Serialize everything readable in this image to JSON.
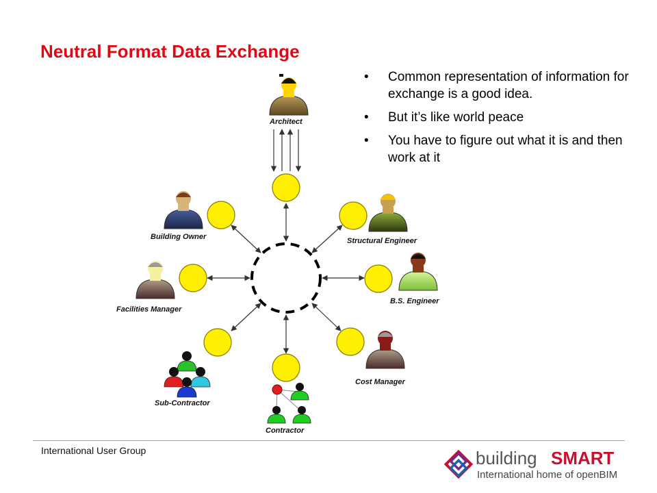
{
  "title": "Neutral Format Data Exchange",
  "bullets": [
    "Common representation of information for exchange is a good idea.",
    "But it’s like world peace",
    "You have to figure out what it is and then work at it"
  ],
  "diagram": {
    "roles": {
      "architect": "Architect",
      "building_owner": "Building Owner",
      "structural_engineer": "Structural Engineer",
      "facilities_manager": "Facilities Manager",
      "bs_engineer": "B.S. Engineer",
      "sub_contractor": "Sub-Contractor",
      "cost_manager": "Cost Manager",
      "contractor": "Contractor"
    },
    "colors": {
      "node_fill": "#ffef00",
      "node_stroke": "#8a7a00",
      "hub_stroke": "#000000",
      "arrow": "#333333"
    }
  },
  "footer": {
    "text": "International User Group"
  },
  "logo": {
    "brand_light": "building",
    "brand_bold": "SMART",
    "tagline": "International home of openBIM",
    "colors": {
      "red": "#c8102e",
      "purple": "#6b2c91",
      "blue": "#1f5fa8",
      "gray": "#555555"
    }
  }
}
